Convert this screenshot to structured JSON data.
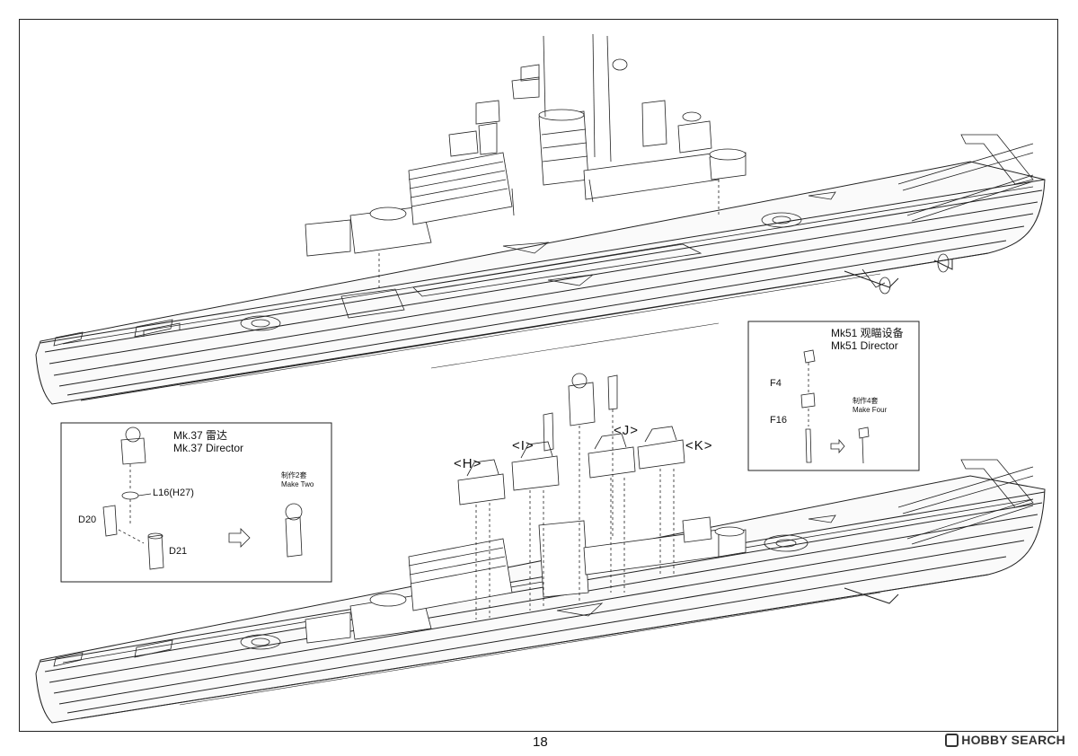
{
  "callouts": {
    "mk37": {
      "name_cn": "Mk.37 雷达",
      "name_en": "Mk.37 Director",
      "part_l16": "L16(H27)",
      "part_d20": "D20",
      "part_d21": "D21",
      "qty_cn": "制作2套",
      "qty_en": "Make Two"
    },
    "mk51": {
      "name_cn": "Mk51 观瞄设备",
      "name_en": "Mk51  Director",
      "part_f4": "F4",
      "part_f16": "F16",
      "qty_cn": "制作4套",
      "qty_en": "Make Four"
    }
  },
  "subassemblies": {
    "h": "<H>",
    "i": "<I>",
    "j": "<J>",
    "k": "<K>"
  },
  "page_number": "18",
  "watermark": "HOBBY SEARCH"
}
